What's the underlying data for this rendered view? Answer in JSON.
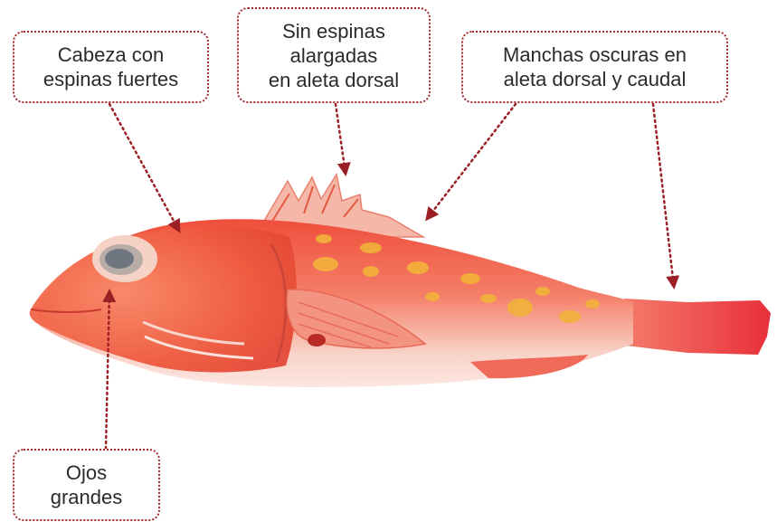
{
  "callouts": {
    "head": {
      "lines": [
        "Cabeza con",
        "espinas fuertes"
      ]
    },
    "spines": {
      "lines": [
        "Sin espinas",
        "alargadas",
        "en aleta dorsal"
      ]
    },
    "spots": {
      "lines": [
        "Manchas oscuras en",
        "aleta dorsal y caudal"
      ]
    },
    "eyes": {
      "lines": [
        "Ojos",
        "grandes"
      ]
    }
  },
  "colors": {
    "callout_border": "#a3282c",
    "arrow": "#9b1f24",
    "fish_body": "#f2705a",
    "fish_belly": "#fbe0da",
    "spots": "#f2b23a"
  }
}
